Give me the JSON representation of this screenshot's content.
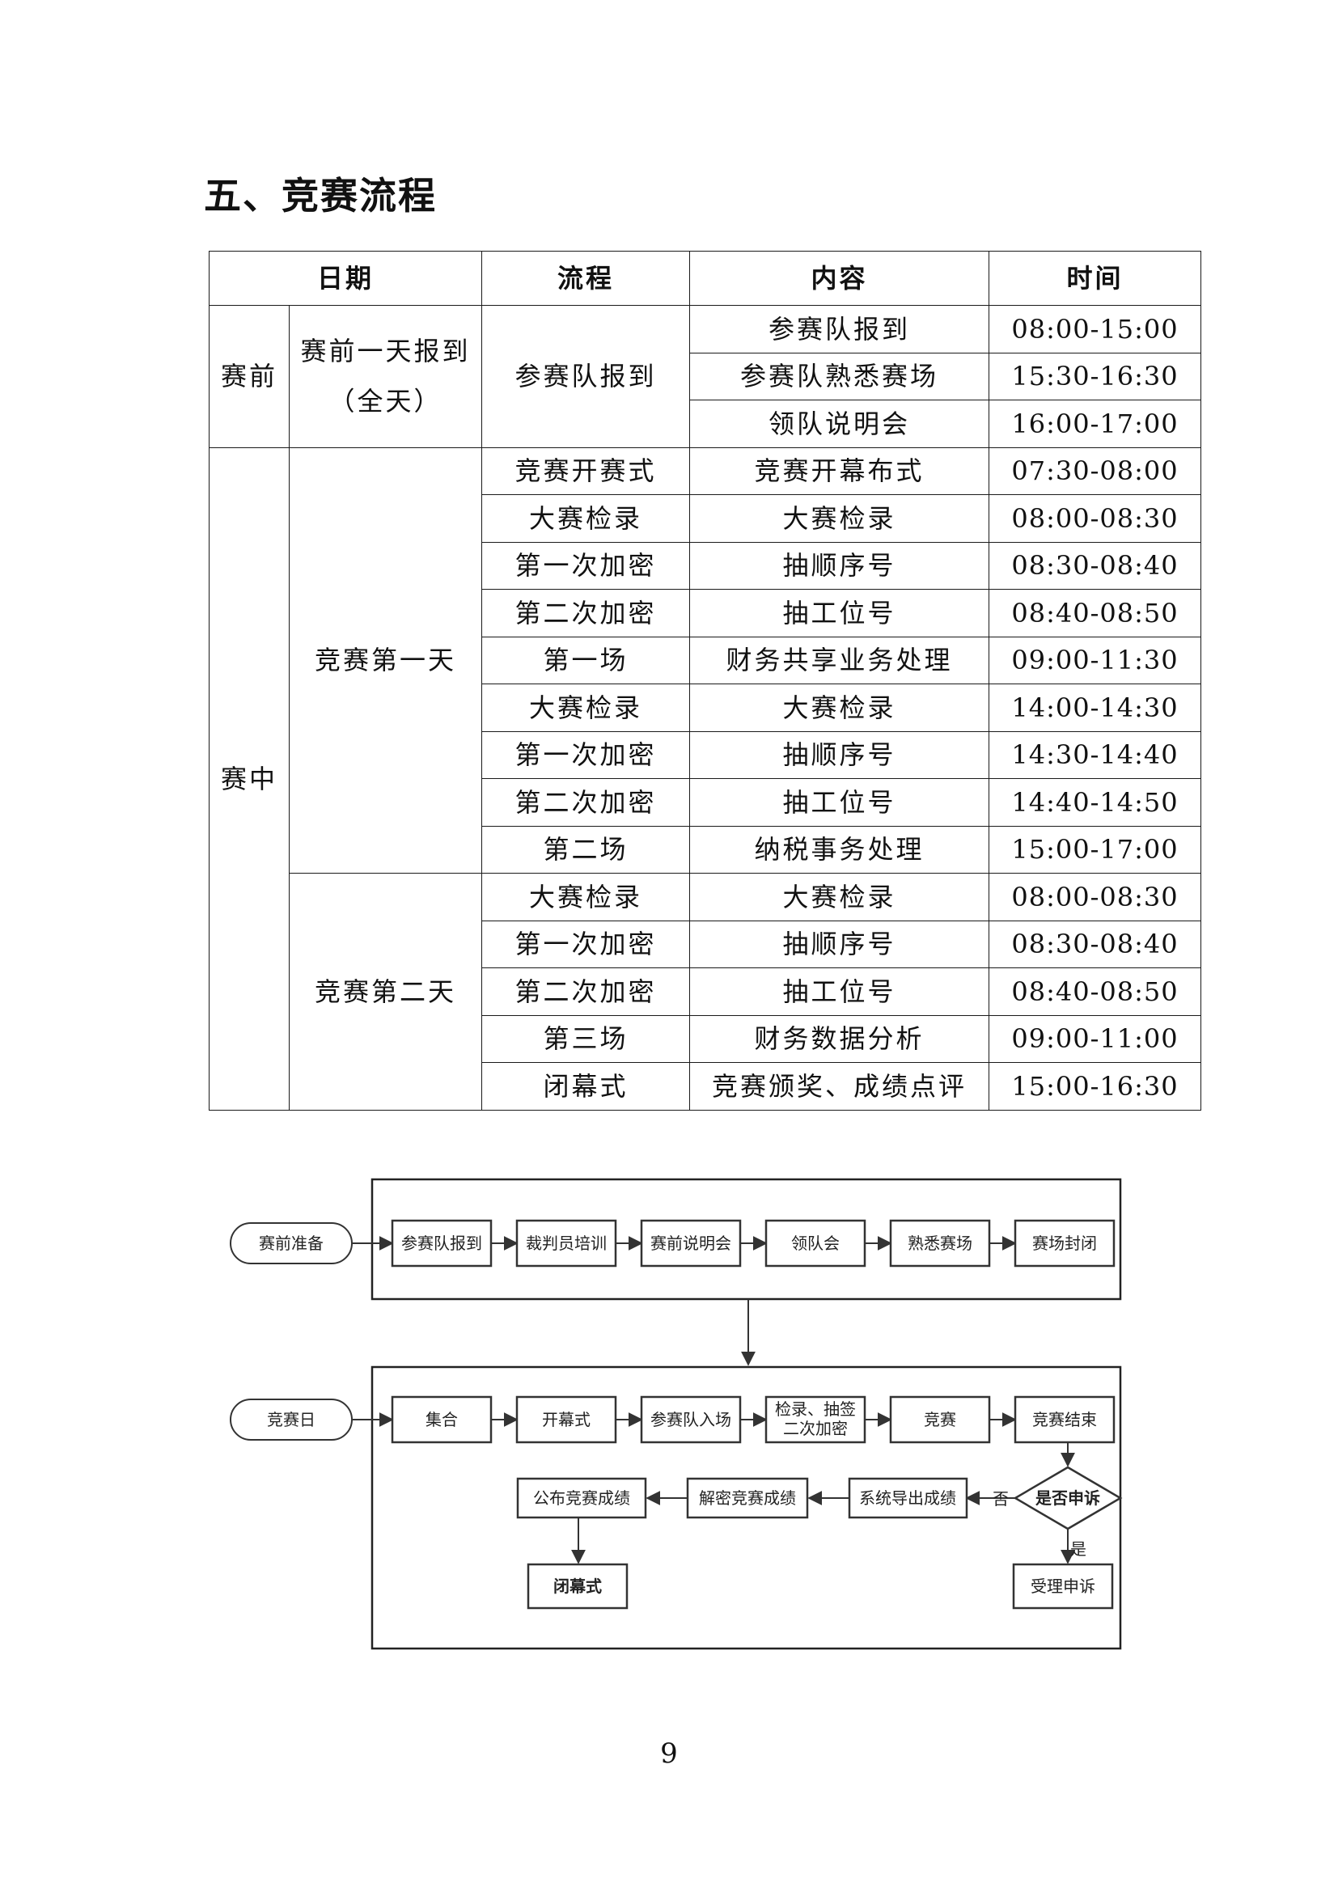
{
  "heading": "五、竞赛流程",
  "table": {
    "headers": [
      "日期",
      "流程",
      "内容",
      "时间"
    ],
    "groups": [
      {
        "stage": "赛前",
        "days": [
          {
            "day": "赛前一天报到\n（全天）",
            "procs": [
              {
                "proc": "参赛队报到",
                "items": [
                  {
                    "content": "参赛队报到",
                    "time": "08:00-15:00"
                  },
                  {
                    "content": "参赛队熟悉赛场",
                    "time": "15:30-16:30"
                  },
                  {
                    "content": "领队说明会",
                    "time": "16:00-17:00"
                  }
                ]
              }
            ]
          }
        ]
      },
      {
        "stage": "赛中",
        "days": [
          {
            "day": "竞赛第一天",
            "procs": [
              {
                "proc": "竞赛开赛式",
                "items": [
                  {
                    "content": "竞赛开幕布式",
                    "time": "07:30-08:00"
                  }
                ]
              },
              {
                "proc": "大赛检录",
                "items": [
                  {
                    "content": "大赛检录",
                    "time": "08:00-08:30"
                  }
                ]
              },
              {
                "proc": "第一次加密",
                "items": [
                  {
                    "content": "抽顺序号",
                    "time": "08:30-08:40"
                  }
                ]
              },
              {
                "proc": "第二次加密",
                "items": [
                  {
                    "content": "抽工位号",
                    "time": "08:40-08:50"
                  }
                ]
              },
              {
                "proc": "第一场",
                "items": [
                  {
                    "content": "财务共享业务处理",
                    "time": "09:00-11:30"
                  }
                ]
              },
              {
                "proc": "大赛检录",
                "items": [
                  {
                    "content": "大赛检录",
                    "time": "14:00-14:30"
                  }
                ]
              },
              {
                "proc": "第一次加密",
                "items": [
                  {
                    "content": "抽顺序号",
                    "time": "14:30-14:40"
                  }
                ]
              },
              {
                "proc": "第二次加密",
                "items": [
                  {
                    "content": "抽工位号",
                    "time": "14:40-14:50"
                  }
                ]
              },
              {
                "proc": "第二场",
                "items": [
                  {
                    "content": "纳税事务处理",
                    "time": "15:00-17:00"
                  }
                ]
              }
            ]
          },
          {
            "day": "竞赛第二天",
            "procs": [
              {
                "proc": "大赛检录",
                "items": [
                  {
                    "content": "大赛检录",
                    "time": "08:00-08:30"
                  }
                ]
              },
              {
                "proc": "第一次加密",
                "items": [
                  {
                    "content": "抽顺序号",
                    "time": "08:30-08:40"
                  }
                ]
              },
              {
                "proc": "第二次加密",
                "items": [
                  {
                    "content": "抽工位号",
                    "time": "08:40-08:50"
                  }
                ]
              },
              {
                "proc": "第三场",
                "items": [
                  {
                    "content": "财务数据分析",
                    "time": "09:00-11:00"
                  }
                ]
              },
              {
                "proc": "闭幕式",
                "items": [
                  {
                    "content": "竞赛颁奖、成绩点评",
                    "time": "15:00-16:30"
                  }
                ]
              }
            ]
          }
        ]
      }
    ]
  },
  "flow": {
    "prep_start": "赛前准备",
    "prep_steps": [
      "参赛队报到",
      "裁判员培训",
      "赛前说明会",
      "领队会",
      "熟悉赛场",
      "赛场封闭"
    ],
    "day_start": "竞赛日",
    "day_steps": [
      "集合",
      "开幕式",
      "参赛队入场",
      "检录、抽签\n二次加密",
      "竞赛",
      "竞赛结束"
    ],
    "decision": "是否申诉",
    "no_label": "否",
    "yes_label": "是",
    "export": "系统导出成绩",
    "decrypt": "解密竞赛成绩",
    "publish": "公布竞赛成绩",
    "closing": "闭幕式",
    "appeal": "受理申诉"
  },
  "page_number": "9"
}
